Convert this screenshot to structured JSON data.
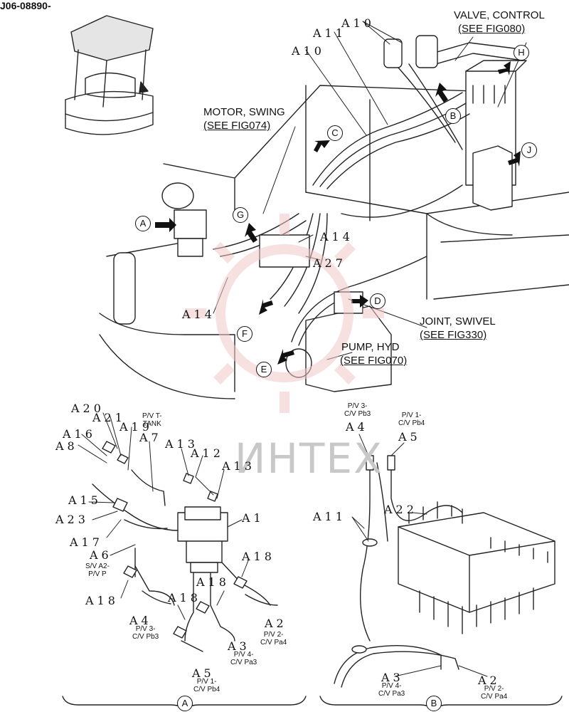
{
  "doc_id": "J06-08890-",
  "watermark": "ИНТЕХ",
  "headers": {
    "valve_control": "VALVE, CONTROL",
    "valve_control_ref": "(SEE FIG080)",
    "motor_swing": "MOTOR, SWING",
    "motor_swing_ref": "(SEE FIG074)",
    "joint_swivel": "JOINT, SWIVEL",
    "joint_swivel_ref": "(SEE FIG330)",
    "pump_hyd": "PUMP, HYD",
    "pump_hyd_ref": "(SEE FIG070)"
  },
  "arrows": [
    "A",
    "B",
    "C",
    "D",
    "E",
    "F",
    "G",
    "H",
    "J"
  ],
  "refs_main": [
    "A10",
    "A11",
    "A10",
    "A14",
    "A27",
    "A14"
  ],
  "refs_detail_a": [
    "A20",
    "A21",
    "A16",
    "A8",
    "A19",
    "A7",
    "A13",
    "A12",
    "A13",
    "A15",
    "A23",
    "A17",
    "A6",
    "A1",
    "A18",
    "A18",
    "A18",
    "A18",
    "A4",
    "A3",
    "A2",
    "A5"
  ],
  "refs_detail_b": [
    "A4",
    "A5",
    "A11",
    "A22",
    "A3",
    "A2"
  ],
  "small_labels": {
    "pv_t_tank": "P/V T-\nTANK",
    "sv_a2_pvp": "S/V A2-\nP/V P",
    "pv3_pb3_a": "P/V 3-\nC/V Pb3",
    "pv4_pa3_a": "P/V 4-\nC/V Pa3",
    "pv2_pa4_a": "P/V 2-\nC/V Pa4",
    "pv1_pb4_a": "P/V 1-\nC/V Pb4",
    "pv3_pb3_b": "P/V 3-\nC/V Pb3",
    "pv1_pb4_b": "P/V 1-\nC/V Pb4",
    "pv4_pa3_b": "P/V 4-\nC/V Pa3",
    "pv2_pa4_b": "P/V 2-\nC/V Pa4"
  },
  "sections": [
    "A",
    "B"
  ]
}
